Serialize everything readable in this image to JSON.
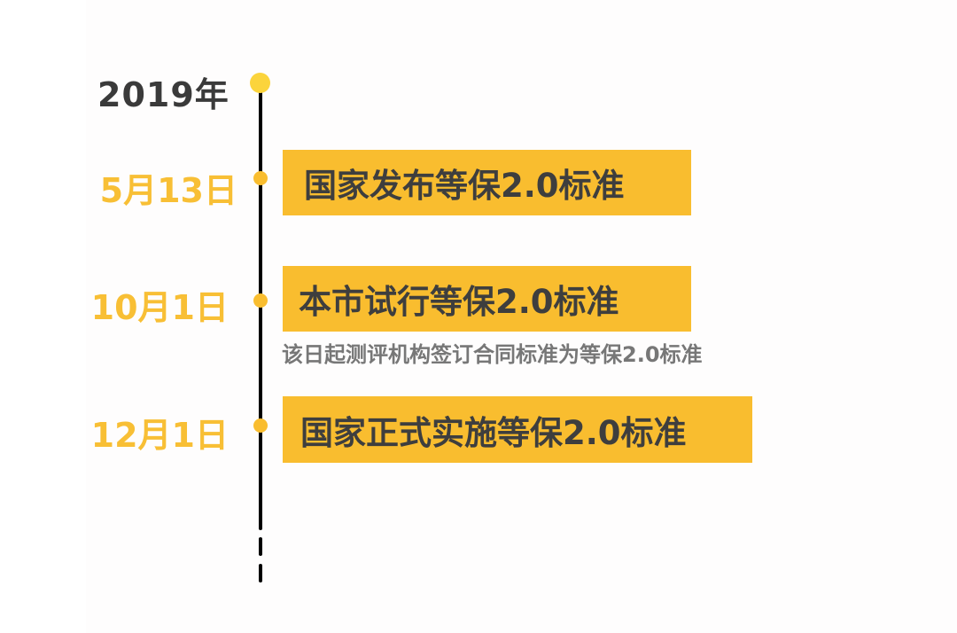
{
  "timeline": {
    "year": "2019年",
    "events": [
      {
        "date": "5月13日",
        "title": "国家发布等保2.0标准"
      },
      {
        "date": "10月1日",
        "title": "本市试行等保2.0标准",
        "note": "该日起测评机构签订合同标准为等保2.0标准"
      },
      {
        "date": "12月1日",
        "title": "国家正式实施等保2.0标准"
      }
    ]
  },
  "colors": {
    "accent": "#f9bd2f",
    "year_dot": "#fbd43c",
    "date_text": "#f8bf35",
    "title_text": "#3e3e3e",
    "note_text": "#777777",
    "line": "#000000"
  }
}
